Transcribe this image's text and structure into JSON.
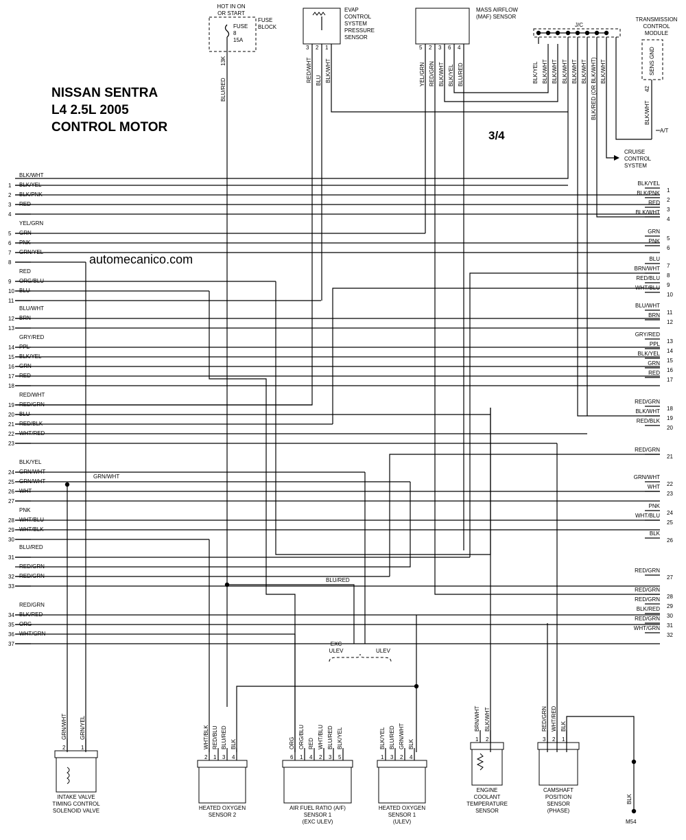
{
  "title": {
    "line1": "NISSAN SENTRA",
    "line2": "L4 2.5L 2005",
    "line3": "CONTROL MOTOR"
  },
  "watermark": "automecanico.com",
  "page_indicator": "3/4",
  "left_pins": [
    {
      "num": "1",
      "label": "BLK/WHT"
    },
    {
      "num": "2",
      "label": "BLK/YEL"
    },
    {
      "num": "3",
      "label": "BLK/PNK"
    },
    {
      "num": "4",
      "label": "RED"
    },
    {
      "num": "5",
      "label": "YEL/GRN"
    },
    {
      "num": "6",
      "label": "GRN"
    },
    {
      "num": "7",
      "label": "PNK"
    },
    {
      "num": "8",
      "label": "GRN/YEL"
    },
    {
      "num": "9",
      "label": "RED"
    },
    {
      "num": "10",
      "label": "ORG/BLU"
    },
    {
      "num": "11",
      "label": "BLU"
    },
    {
      "num": "12",
      "label": "BLU/WHT"
    },
    {
      "num": "13",
      "label": "BRN"
    },
    {
      "num": "14",
      "label": "GRY/RED"
    },
    {
      "num": "15",
      "label": "PPL"
    },
    {
      "num": "16",
      "label": "BLK/YEL"
    },
    {
      "num": "17",
      "label": "GRN"
    },
    {
      "num": "18",
      "label": "RED"
    },
    {
      "num": "19",
      "label": "RED/WHT"
    },
    {
      "num": "20",
      "label": "RED/GRN"
    },
    {
      "num": "21",
      "label": "BLU"
    },
    {
      "num": "22",
      "label": "RED/BLK"
    },
    {
      "num": "23",
      "label": "WHT/RED"
    },
    {
      "num": "24",
      "label": "BLK/YEL"
    },
    {
      "num": "25",
      "label": "GRN/WHT"
    },
    {
      "num": "26",
      "label": "GRN/WHT"
    },
    {
      "num": "27",
      "label": "WHT"
    },
    {
      "num": "28",
      "label": "PNK"
    },
    {
      "num": "29",
      "label": "WHT/BLU"
    },
    {
      "num": "30",
      "label": "WHT/BLK"
    },
    {
      "num": "31",
      "label": "BLU/RED"
    },
    {
      "num": "32",
      "label": "RED/GRN"
    },
    {
      "num": "33",
      "label": "RED/GRN"
    },
    {
      "num": "34",
      "label": "RED/GRN"
    },
    {
      "num": "35",
      "label": "BLK/RED"
    },
    {
      "num": "36",
      "label": "ORG"
    },
    {
      "num": "37",
      "label": "WHT/GRN"
    }
  ],
  "right_pins": [
    {
      "num": "1",
      "label": "BLK/YEL"
    },
    {
      "num": "2",
      "label": "BLK/PNK"
    },
    {
      "num": "3",
      "label": "RED"
    },
    {
      "num": "4",
      "label": "BLK/WHT"
    },
    {
      "num": "5",
      "label": "GRN"
    },
    {
      "num": "6",
      "label": "PNK"
    },
    {
      "num": "7",
      "label": "BLU"
    },
    {
      "num": "8",
      "label": "BRN/WHT"
    },
    {
      "num": "9",
      "label": "RED/BLU"
    },
    {
      "num": "10",
      "label": "WHT/BLU"
    },
    {
      "num": "11",
      "label": "BLU/WHT"
    },
    {
      "num": "12",
      "label": "BRN"
    },
    {
      "num": "13",
      "label": "GRY/RED"
    },
    {
      "num": "14",
      "label": "PPL"
    },
    {
      "num": "15",
      "label": "BLK/YEL"
    },
    {
      "num": "16",
      "label": "GRN"
    },
    {
      "num": "17",
      "label": "RED"
    },
    {
      "num": "18",
      "label": "RED/GRN"
    },
    {
      "num": "19",
      "label": "BLK/WHT"
    },
    {
      "num": "20",
      "label": "RED/BLK"
    },
    {
      "num": "21",
      "label": "RED/GRN"
    },
    {
      "num": "22",
      "label": "GRN/WHT"
    },
    {
      "num": "23",
      "label": "WHT"
    },
    {
      "num": "24",
      "label": "PNK"
    },
    {
      "num": "25",
      "label": "WHT/BLU"
    },
    {
      "num": "26",
      "label": "BLK"
    },
    {
      "num": "27",
      "label": "RED/GRN"
    },
    {
      "num": "28",
      "label": "RED/GRN"
    },
    {
      "num": "29",
      "label": "RED/GRN"
    },
    {
      "num": "30",
      "label": "BLK/RED"
    },
    {
      "num": "31",
      "label": "RED/GRN"
    },
    {
      "num": "32",
      "label": "WHT/GRN"
    }
  ],
  "top_components": {
    "fuse": {
      "hot": [
        "HOT IN ON",
        "OR START"
      ],
      "block": [
        "FUSE",
        "BLOCK"
      ],
      "fuse_text": [
        "FUSE",
        "8",
        "15A"
      ],
      "pin": "13K",
      "wire": "BLU/RED"
    },
    "evap": {
      "name": [
        "EVAP",
        "CONTROL",
        "SYSTEM",
        "PRESSURE",
        "SENSOR"
      ],
      "pins": [
        "3",
        "2",
        "1"
      ],
      "wires": [
        "RED/WHT",
        "BLU",
        "BLK/WHT"
      ]
    },
    "maf": {
      "name": [
        "MASS AIRFLOW",
        "(MAF) SENSOR"
      ],
      "pins": [
        "5",
        "2",
        "3",
        "6",
        "4"
      ],
      "wires": [
        "YEL/GRN",
        "RED/GRN",
        "BLK/WHT",
        "BLK/YEL",
        "BLU/RED"
      ]
    },
    "jc": {
      "name": "J/C",
      "wires": [
        "BLK/YEL",
        "BLK/WHT",
        "BLK/WHT",
        "BLK/WHT",
        "BLK/WHT",
        "BLK/WHT",
        "BLK/RED (OR BLK/WHT)",
        "BLK/WHT"
      ]
    },
    "tcm": {
      "name": [
        "TRANSMISSION",
        "CONTROL",
        "MODULE"
      ],
      "sens": "SENS GND",
      "pin": "42",
      "wire": "BLK/WHT",
      "note": "A/T"
    },
    "cruise": [
      "CRUISE",
      "CONTROL",
      "SYSTEM"
    ]
  },
  "mid_labels": {
    "grn_wht": "GRN/WHT",
    "blu_red": "BLU/RED",
    "exc_ulev": [
      "EXC",
      "ULEV"
    ],
    "ulev": "ULEV"
  },
  "bottom_components": [
    {
      "id": "ivtc",
      "name": [
        "INTAKE VALVE",
        "TIMING CONTROL",
        "SOLENOID VALVE"
      ],
      "pins": [
        "2",
        "1"
      ],
      "wires": [
        "GRN/WHT",
        "GRN/YEL"
      ]
    },
    {
      "id": "ho2s2",
      "name": [
        "HEATED OXYGEN",
        "SENSOR 2"
      ],
      "pins": [
        "2",
        "1",
        "3",
        "4"
      ],
      "wires": [
        "WHT/BLK",
        "RED/BLU",
        "BLU/RED",
        "BLK"
      ]
    },
    {
      "id": "af",
      "name": [
        "AIR FUEL RATIO (A/F)",
        "SENSOR 1",
        "(EXC ULEV)"
      ],
      "pins": [
        "6",
        "1",
        "4",
        "2",
        "3",
        "5"
      ],
      "wires": [
        "ORG",
        "ORG/BLU",
        "RED",
        "WHT/BLU",
        "BLU/RED",
        "BLK/YEL"
      ]
    },
    {
      "id": "ho2s1",
      "name": [
        "HEATED OXYGEN",
        "SENSOR 1",
        "(ULEV)"
      ],
      "pins": [
        "1",
        "3",
        "2",
        "4"
      ],
      "wires": [
        "BLK/YEL",
        "BLU/RED",
        "GRN/WHT",
        "BLK"
      ]
    },
    {
      "id": "ect",
      "name": [
        "ENGINE",
        "COOLANT",
        "TEMPERATURE",
        "SENSOR"
      ],
      "pins": [
        "1",
        "2"
      ],
      "wires": [
        "BRN/WHT",
        "BLK/WHT"
      ]
    },
    {
      "id": "cmp",
      "name": [
        "CAMSHAFT",
        "POSITION",
        "SENSOR",
        "(PHASE)"
      ],
      "pins": [
        "3",
        "2",
        "1"
      ],
      "wires": [
        "RED/GRN",
        "WHT/RED",
        "BLK"
      ]
    },
    {
      "id": "gnd",
      "name": [
        "M54"
      ],
      "wires": [
        "BLK"
      ]
    }
  ]
}
